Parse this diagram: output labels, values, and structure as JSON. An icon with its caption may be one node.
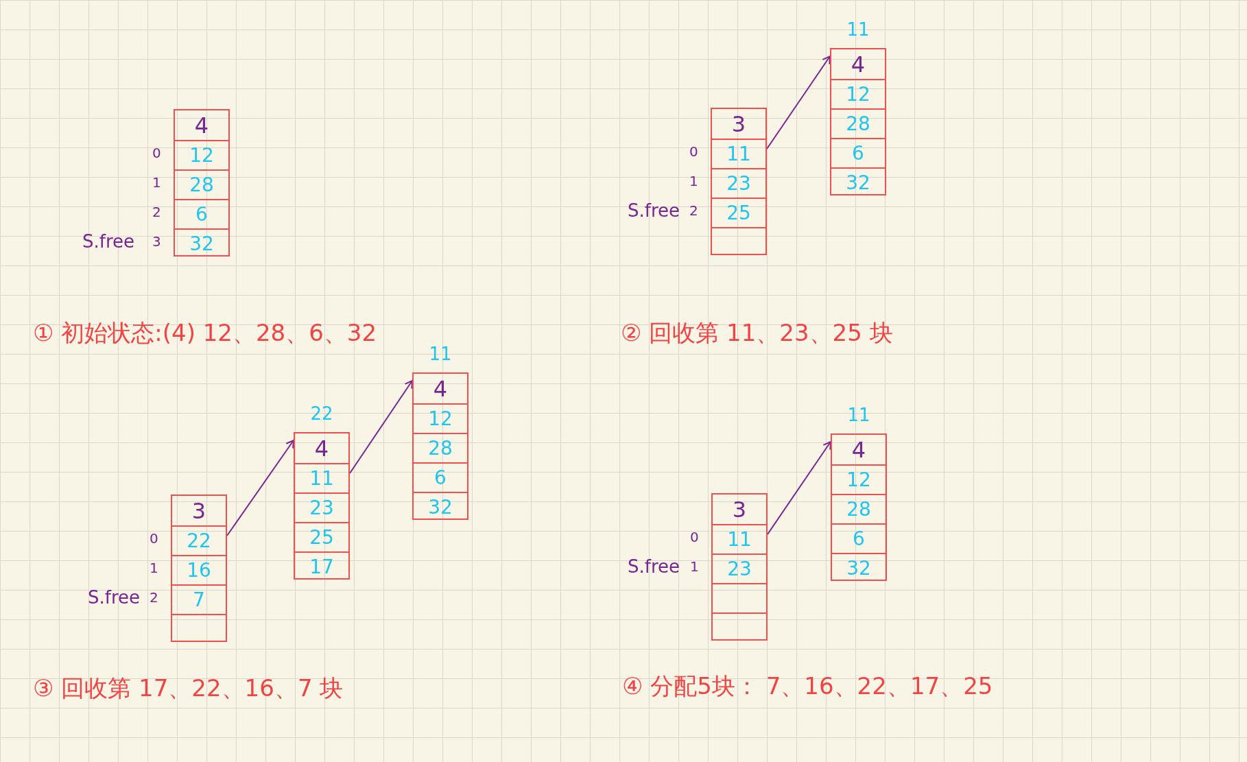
{
  "diagram": {
    "nodes": [
      {
        "text": [],
        "shape": "box"
      },
      {
        "text": [
          "4"
        ],
        "in": 0
      },
      {
        "text": [
          "12"
        ],
        "in": 0
      },
      {
        "text": [
          "28"
        ],
        "in": 0
      },
      {
        "text": [
          "6"
        ],
        "in": 0
      },
      {
        "text": [
          "32"
        ],
        "in": 0
      },
      {
        "text": [],
        "shape": "box"
      },
      {
        "text": [
          "3"
        ],
        "in": 6
      },
      {
        "text": [
          "11"
        ],
        "in": 6
      },
      {
        "text": [
          "23"
        ],
        "in": 6
      },
      {
        "text": [
          "25"
        ],
        "in": 6
      },
      {
        "text": [],
        "shape": "box",
        "in": 6
      },
      {
        "text": [],
        "shape": "box",
        "beside": [
          "11"
        ]
      },
      {
        "text": [
          "4"
        ],
        "in": 12
      },
      {
        "text": [
          "12"
        ],
        "in": 12
      },
      {
        "text": [
          "28"
        ],
        "in": 12
      },
      {
        "text": [
          "6"
        ],
        "in": 12
      },
      {
        "text": [
          "32"
        ],
        "in": 12
      },
      {
        "text": [],
        "shape": "box"
      },
      {
        "text": [
          "3"
        ],
        "in": 18
      },
      {
        "text": [
          "22"
        ],
        "in": 18
      },
      {
        "text": [
          "16"
        ],
        "in": 18
      },
      {
        "text": [
          "7"
        ],
        "in": 18
      },
      {
        "text": [],
        "shape": "box",
        "in": 18
      },
      {
        "text": [],
        "shape": "box",
        "beside": [
          "22"
        ]
      },
      {
        "text": [
          "4"
        ],
        "in": 24
      },
      {
        "text": [
          "11"
        ],
        "in": 24
      },
      {
        "text": [
          "23"
        ],
        "in": 24
      },
      {
        "text": [
          "25"
        ],
        "in": 24
      },
      {
        "text": [
          "17"
        ],
        "in": 24
      },
      {
        "text": [],
        "shape": "box",
        "beside": [
          "11"
        ]
      },
      {
        "text": [
          "4"
        ],
        "in": 30
      },
      {
        "text": [
          "12"
        ],
        "in": 30
      },
      {
        "text": [
          "28"
        ],
        "in": 30
      },
      {
        "text": [
          "6"
        ],
        "in": 30
      },
      {
        "text": [
          "32"
        ],
        "in": 30
      },
      {
        "text": [],
        "shape": "box"
      },
      {
        "text": [
          "3"
        ],
        "in": 36
      },
      {
        "text": [
          "11"
        ],
        "in": 36
      },
      {
        "text": [
          "23"
        ],
        "in": 36
      },
      {
        "text": [],
        "shape": "box",
        "in": 36
      },
      {
        "text": [],
        "shape": "box",
        "in": 36
      },
      {
        "text": [],
        "shape": "box",
        "beside": [
          "11"
        ]
      },
      {
        "text": [
          "4"
        ],
        "in": 42
      },
      {
        "text": [
          "12"
        ],
        "in": 42
      },
      {
        "text": [
          "28"
        ],
        "in": 42
      },
      {
        "text": [
          "6"
        ],
        "in": 42
      },
      {
        "text": [
          "32"
        ],
        "in": 42
      }
    ],
    "edges": [
      {
        "from": 6,
        "to": 12,
        "arrow": "to"
      },
      {
        "from": 18,
        "to": 24,
        "arrow": "to"
      },
      {
        "from": 24,
        "to": 30,
        "arrow": "to"
      },
      {
        "from": 36,
        "to": 42,
        "arrow": "to"
      }
    ],
    "labels": [
      "0",
      "1",
      "2",
      "S.free",
      "3",
      "0",
      "1",
      "S.free",
      "2",
      "① 初始状态:(4) 12、28、6、32",
      "② 回收第 11、23、25 块",
      "0",
      "1",
      "S.free",
      "2",
      "0",
      "S.free",
      "1",
      "③ 回收第 17、22、16、7 块",
      "④ 分配5块： 7、16、22、17、25"
    ]
  }
}
